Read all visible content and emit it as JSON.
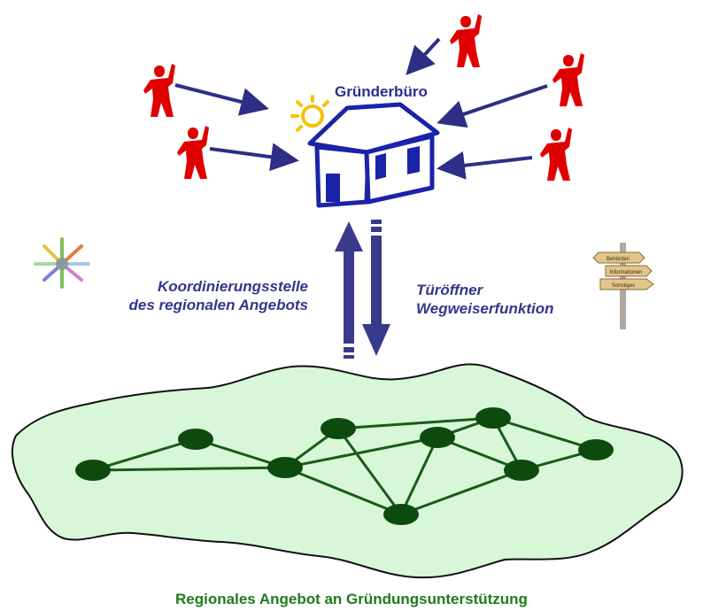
{
  "hub": {
    "title": "Gründerbüro"
  },
  "coordination": {
    "lines": [
      "Koordinierungsstelle",
      "des regionalen Angebots"
    ]
  },
  "door_opener": {
    "lines": [
      "Türöffner",
      "Wegweiserfunktion"
    ]
  },
  "signpost": {
    "signs": [
      "Behörden",
      "Informationen",
      "Sonstiges"
    ]
  },
  "footer": {
    "caption": "Regionales Angebot an Gründungsunterstützung"
  },
  "colors": {
    "person": "#e00000",
    "arrow": "#3a3a8c",
    "house": "#1b23a8",
    "sun": "#f2c400",
    "network_fill": "#d8f7d8",
    "node": "#0d4a0d",
    "edge": "#1a5a1a",
    "text_blue": "#35358c",
    "text_green": "#1f7a1f"
  }
}
